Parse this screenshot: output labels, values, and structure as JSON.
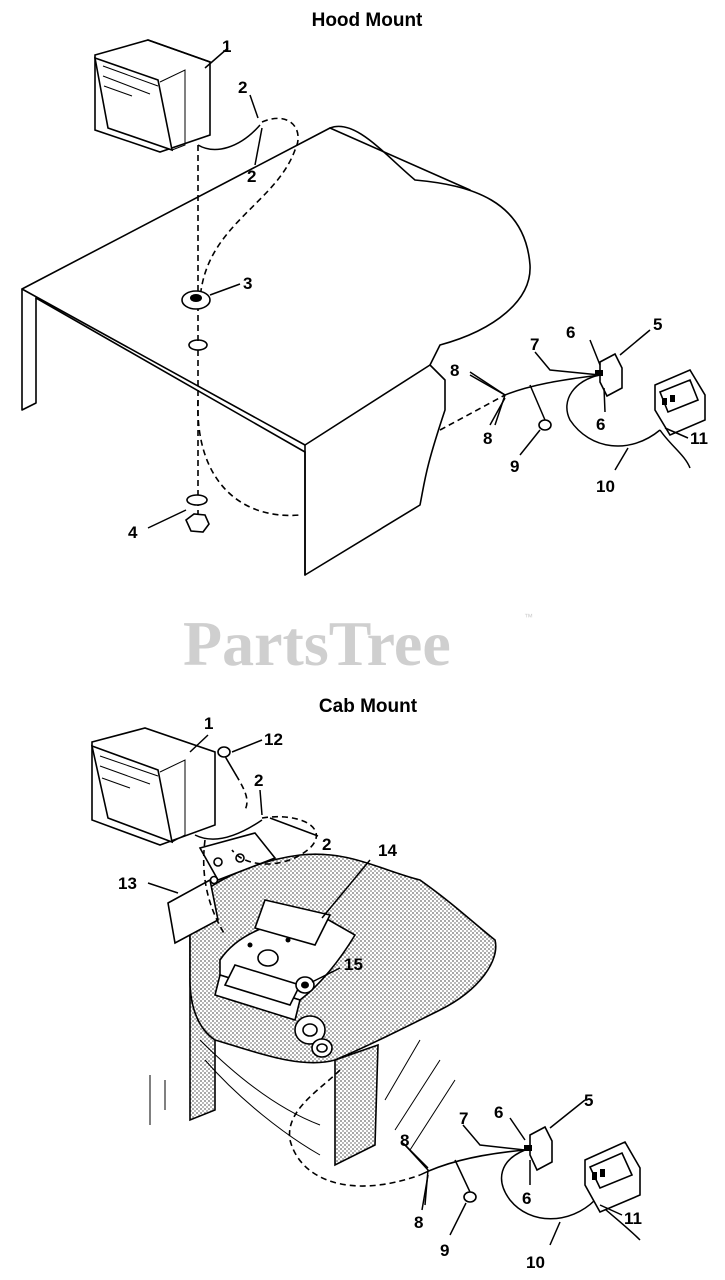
{
  "sections": {
    "hood": {
      "title": "Hood Mount"
    },
    "cab": {
      "title": "Cab Mount"
    }
  },
  "watermark": {
    "text": "PartsTree",
    "tm": "™"
  },
  "hood_callouts": [
    "1",
    "2",
    "2",
    "3",
    "4",
    "5",
    "6",
    "6",
    "7",
    "8",
    "8",
    "9",
    "10",
    "11"
  ],
  "cab_callouts": [
    "1",
    "12",
    "2",
    "2",
    "13",
    "14",
    "15",
    "5",
    "6",
    "6",
    "7",
    "8",
    "8",
    "9",
    "10",
    "11"
  ],
  "colors": {
    "line": "#000000",
    "watermark": "#cfcfcf",
    "stipple": "#9a9a9a"
  }
}
